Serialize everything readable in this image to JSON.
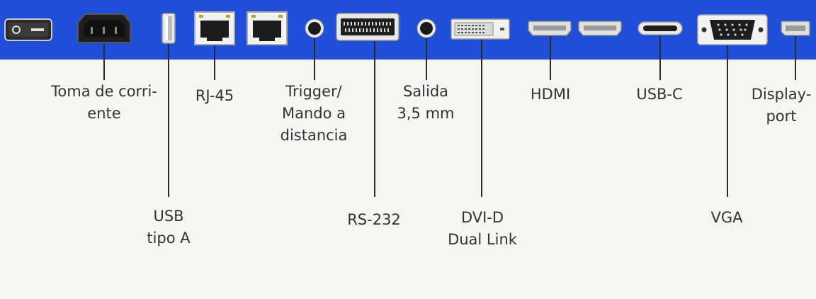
{
  "header": {
    "background": "#1f4fd6"
  },
  "labels": {
    "power": [
      "Toma de corri-",
      "ente"
    ],
    "usb_a": [
      "USB",
      "tipo A"
    ],
    "rj45": [
      "RJ-45"
    ],
    "trigger": [
      "Trigger/",
      "Mando a",
      "distancia"
    ],
    "rs232": [
      "RS-232"
    ],
    "audio": [
      "Salida",
      "3,5 mm"
    ],
    "dvi": [
      "DVI-D",
      "Dual Link"
    ],
    "hdmi": [
      "HDMI"
    ],
    "usbc": [
      "USB-C"
    ],
    "vga": [
      "VGA"
    ],
    "displayport": [
      "Display-",
      "port"
    ]
  },
  "icons": [
    "power-switch-icon",
    "power-socket-icon",
    "usb-a-icon",
    "rj45-icon",
    "trigger-jack-icon",
    "rs232-icon",
    "audio-jack-icon",
    "dvi-icon",
    "hdmi-icon",
    "usb-c-icon",
    "vga-icon",
    "displayport-icon"
  ]
}
